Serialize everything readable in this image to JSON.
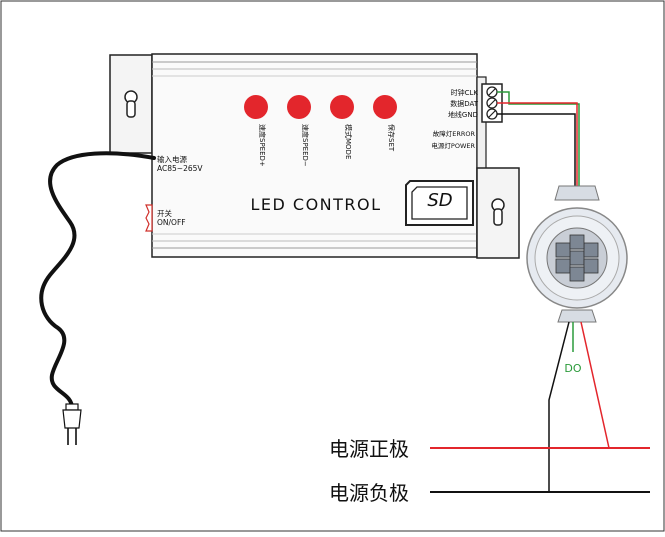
{
  "controller": {
    "title": "LED CONTROL",
    "sd_label": "SD",
    "buttons": [
      {
        "label": "速度SPEED+",
        "color": "#e3262c"
      },
      {
        "label": "速度SPEED−",
        "color": "#e3262c"
      },
      {
        "label": "模式MODE",
        "color": "#e3262c"
      },
      {
        "label": "保存SET",
        "color": "#e3262c"
      }
    ],
    "terminals": [
      {
        "label": "时钟CLK"
      },
      {
        "label": "数据DAT"
      },
      {
        "label": "地线GND"
      }
    ],
    "indicators": [
      {
        "label": "故障灯ERROR"
      },
      {
        "label": "电源灯POWER"
      }
    ],
    "input_label": "输入电源",
    "input_voltage": "AC85~265V",
    "switch_label": "开关",
    "switch_state": "ON/OFF"
  },
  "module": {
    "output_label": "DO"
  },
  "bus": {
    "positive_label": "电源正极",
    "negative_label": "电源负极"
  },
  "colors": {
    "positive_wire": "#e3262c",
    "negative_wire": "#111111",
    "data_wire": "#2a9a3a",
    "led_button": "#e3262c"
  }
}
